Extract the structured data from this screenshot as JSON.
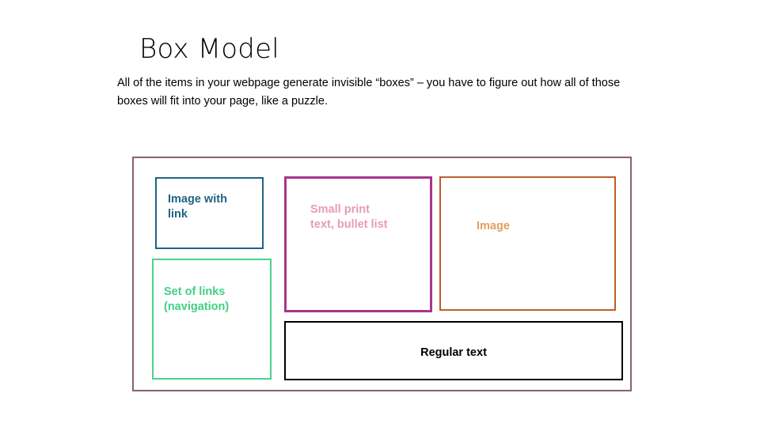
{
  "slide": {
    "title": "Box Model",
    "body": "All of the items in your webpage generate invisible “boxes” – you have to figure out how all of those boxes will fit into your page, like a puzzle."
  },
  "diagram": {
    "container_border_color": "#8B5E7A",
    "boxes": [
      {
        "name": "image-with-link",
        "label": "Image with\nlink",
        "border_color": "#1F6384",
        "text_color": "#1F6384"
      },
      {
        "name": "navigation-links",
        "label": "Set of links\n(navigation)",
        "border_color": "#4CD18B",
        "text_color": "#44CE85"
      },
      {
        "name": "small-print",
        "label": "Small print\ntext, bullet list",
        "border_color": "#A8368B",
        "text_color": "#E79BB8"
      },
      {
        "name": "image",
        "label": "Image",
        "border_color": "#BF5E2A",
        "text_color": "#E0A060"
      },
      {
        "name": "regular-text",
        "label": "Regular text",
        "border_color": "#000000",
        "text_color": "#000000"
      }
    ]
  }
}
